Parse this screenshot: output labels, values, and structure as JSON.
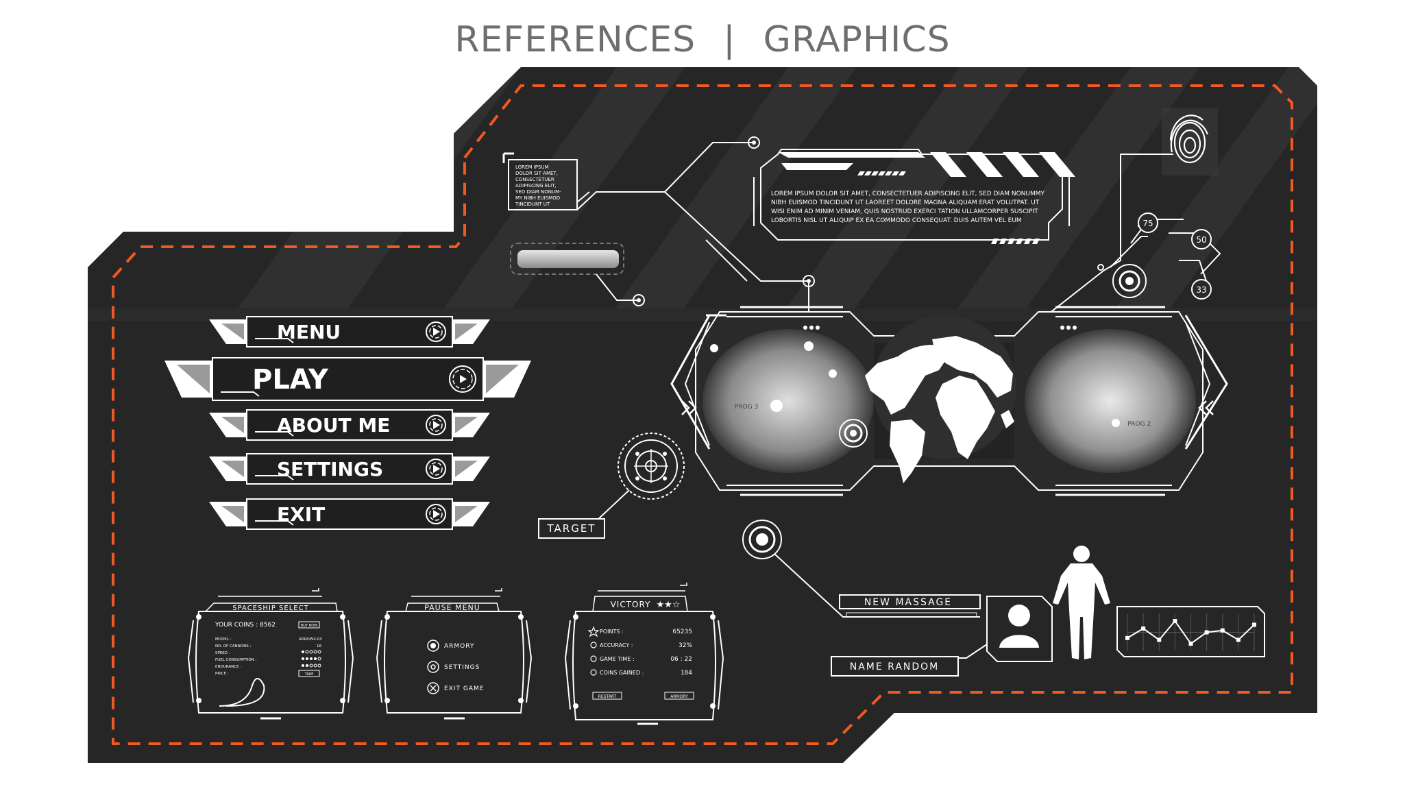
{
  "header": {
    "left": "REFERENCES",
    "separator": "|",
    "right": "GRAPHICS"
  },
  "colors": {
    "panel": "#262626",
    "accent": "#f05a22",
    "line": "#ffffff",
    "stripe": "#333333"
  },
  "menu": {
    "items": [
      {
        "label": "MENU",
        "icon": "play-circle-icon"
      },
      {
        "label": "PLAY",
        "icon": "play-circle-icon",
        "active": true
      },
      {
        "label": "ABOUT ME",
        "icon": "play-circle-icon"
      },
      {
        "label": "SETTINGS",
        "icon": "play-circle-icon"
      },
      {
        "label": "EXIT",
        "icon": "play-circle-icon"
      }
    ]
  },
  "info_box": {
    "text": [
      "LOREM IPSUM",
      "DOLOR SIT AMET,",
      "CONSECTETUER",
      "ADIPISCING ELIT,",
      "SED DIAM NONUM-",
      "MY NIBH EUISMOD",
      "TINCIDUNT UT"
    ]
  },
  "banner": {
    "lines": [
      "LOREM IPSUM DOLOR SIT AMET, CONSECTETUER ADIPISCING ELIT, SED DIAM NONUMMY",
      "NIBH EUISMOD TINCIDUNT UT LAOREET DOLORE MAGNA ALIQUAM ERAT VOLUTPAT. UT",
      "WISI ENIM AD MINIM VENIAM, QUIS NOSTRUD EXERCI TATION ULLAMCORPER SUSCIPIT",
      "LOBORTIS NISL UT ALIQUIP EX EA COMMODO CONSEQUAT. DUIS AUTEM VEL EUM"
    ]
  },
  "nodes": {
    "n75": "75",
    "n50": "50",
    "n33": "33"
  },
  "map": {
    "prog_left": "PROG 3",
    "prog_right": "PROG 2"
  },
  "target": {
    "label": "TARGET"
  },
  "new_message": {
    "label": "NEW MASSAGE"
  },
  "name_random": {
    "label": "NAME RANDOM"
  },
  "spaceship": {
    "title": "SPACESHIP  SELECT",
    "coins": "YOUR COINS : 8562",
    "buy": "BUY NOW",
    "model_label": "MODEL :",
    "model_value": "ARROWX-03",
    "cannons_label": "NO. OF CANNONS :",
    "cannons_value": "16",
    "speed_label": "SPEED :",
    "fuel_label": "FUEL CONSUMPTION :",
    "endurance_label": "ENDURANCE :",
    "price_label": "PRICE :",
    "take": "TAKE"
  },
  "pause": {
    "title": "PAUSE MENU",
    "items": [
      "ARMORY",
      "SETTINGS",
      "EXIT GAME"
    ]
  },
  "victory": {
    "title": "VICTORY",
    "stars": "★★☆",
    "rows": [
      {
        "label": "POINTS :",
        "value": "65235"
      },
      {
        "label": "ACCURACY :",
        "value": "32%"
      },
      {
        "label": "GAME TIME :",
        "value": "06 : 22"
      },
      {
        "label": "COINS GAINED :",
        "value": "184"
      }
    ],
    "restart": "RESTART",
    "armory": "ARMORY"
  },
  "chart_points": [
    0.35,
    0.6,
    0.3,
    0.8,
    0.2,
    0.5,
    0.55,
    0.3,
    0.7
  ]
}
